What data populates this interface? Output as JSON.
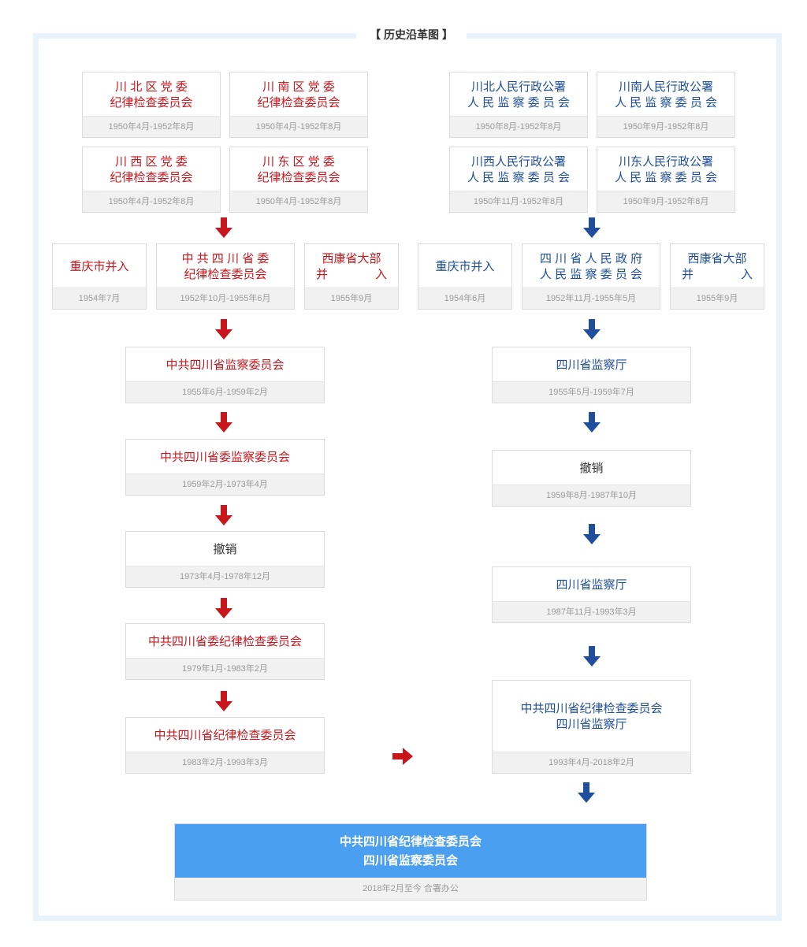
{
  "title": "【 历史沿革图 】",
  "colors": {
    "red": "#c8161d",
    "blue": "#1f4f9c",
    "final_bg": "#4a9ff0",
    "frame": "#e9f3fb"
  },
  "left": {
    "top_boxes": [
      {
        "line1": "川 北 区 党 委",
        "line2": "纪律检查委员会",
        "date": "1950年4月-1952年8月"
      },
      {
        "line1": "川 南 区 党 委",
        "line2": "纪律检查委员会",
        "date": "1950年4月-1952年8月"
      },
      {
        "line1": "川 西 区 党 委",
        "line2": "纪律检查委员会",
        "date": "1950年4月-1952年8月"
      },
      {
        "line1": "川 东 区 党 委",
        "line2": "纪律检查委员会",
        "date": "1950年4月-1952年8月"
      }
    ],
    "merge_row": [
      {
        "line1": "重庆市并入",
        "line2": "",
        "date": "1954年7月"
      },
      {
        "line1": "中 共 四 川 省 委",
        "line2": "纪律检查委员会",
        "date": "1952年10月-1955年6月"
      },
      {
        "line1": "西康省大部",
        "line2": "并　　　　入",
        "date": "1955年9月"
      }
    ],
    "chain": [
      {
        "name": "中共四川省监察委员会",
        "date": "1955年6月-1959年2月"
      },
      {
        "name": "中共四川省委监察委员会",
        "date": "1959年2月-1973年4月"
      },
      {
        "name": "撤销",
        "date": "1973年4月-1978年12月"
      },
      {
        "name": "中共四川省委纪律检查委员会",
        "date": "1979年1月-1983年2月"
      },
      {
        "name": "中共四川省纪律检查委员会",
        "date": "1983年2月-1993年3月"
      }
    ]
  },
  "right": {
    "top_boxes": [
      {
        "line1": "川北人民行政公署",
        "line2": "人 民 监 察 委 员 会",
        "date": "1950年8月-1952年8月"
      },
      {
        "line1": "川南人民行政公署",
        "line2": "人 民 监 察 委 员 会",
        "date": "1950年9月-1952年8月"
      },
      {
        "line1": "川西人民行政公署",
        "line2": "人 民 监 察 委 员 会",
        "date": "1950年11月-1952年8月"
      },
      {
        "line1": "川东人民行政公署",
        "line2": "人 民 监 察 委 员 会",
        "date": "1950年9月-1952年8月"
      }
    ],
    "merge_row": [
      {
        "line1": "重庆市并入",
        "line2": "",
        "date": "1954年6月"
      },
      {
        "line1": "四 川 省 人 民 政 府",
        "line2": "人 民 监 察 委 员 会",
        "date": "1952年11月-1955年5月"
      },
      {
        "line1": "西康省大部",
        "line2": "并　　　　入",
        "date": "1955年9月"
      }
    ],
    "chain": [
      {
        "name": "四川省监察厅",
        "name2": "",
        "date": "1955年5月-1959年7月"
      },
      {
        "name": "撤销",
        "name2": "",
        "date": "1959年8月-1987年10月"
      },
      {
        "name": "四川省监察厅",
        "name2": "",
        "date": "1987年11月-1993年3月"
      },
      {
        "name": "中共四川省纪律检查委员会",
        "name2": "四川省监察厅",
        "date": "1993年4月-2018年2月"
      }
    ]
  },
  "final": {
    "line1": "中共四川省纪律检查委员会",
    "line2": "四川省监察委员会",
    "date": "2018年2月至今 合署办公"
  }
}
